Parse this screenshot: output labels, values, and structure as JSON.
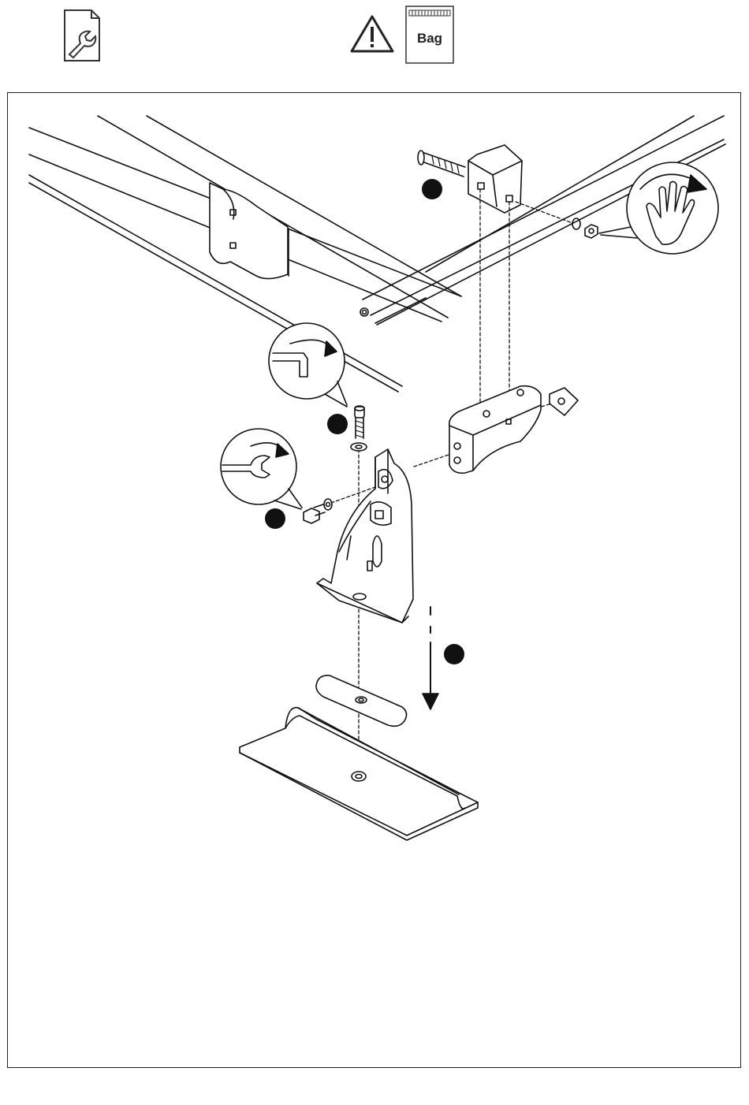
{
  "header": {
    "manual_icon": "wrench-document-icon",
    "warning_icon": "warning-triangle-icon",
    "bag": {
      "icon": "parts-bag-icon",
      "label": "Bag"
    }
  },
  "steps": [
    {
      "name": "step-1-marker"
    },
    {
      "name": "step-2-marker"
    },
    {
      "name": "step-3-marker"
    },
    {
      "name": "step-4-marker"
    }
  ],
  "callouts": [
    {
      "icon": "hand-tighten-icon"
    },
    {
      "icon": "hex-key-icon"
    },
    {
      "icon": "open-wrench-icon"
    }
  ],
  "colors": {
    "line": "#111111",
    "fill": "#ffffff",
    "marker": "#111111"
  }
}
